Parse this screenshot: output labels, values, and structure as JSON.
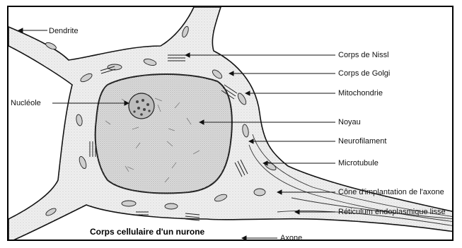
{
  "labels": {
    "dendrite": "Dendrite",
    "nissl": "Corps de Nissl",
    "golgi": "Corps de Golgi",
    "mito": "Mitochondrie",
    "nucleole": "Nucléole",
    "noyau": "Noyau",
    "neurofil": "Neurofilament",
    "microtub": "Microtubule",
    "cone": "Cône d'implantation de l'axone",
    "reticulum": "Réticulum endoplasmique lisse",
    "axone": "Axone"
  },
  "caption": "Corps cellulaire d'un nurone",
  "colors": {
    "ink": "#1a1a1a",
    "cytoplasm": "#eeeeee",
    "nucleus": "#dcdcdc"
  }
}
